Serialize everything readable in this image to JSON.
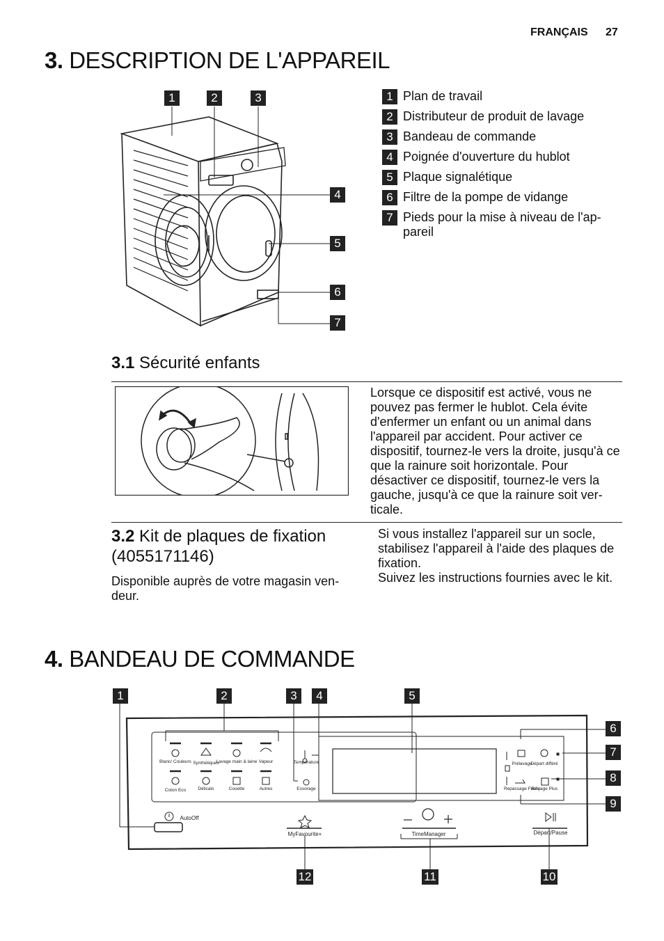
{
  "header": {
    "language": "FRANÇAIS",
    "page_number": "27"
  },
  "section3": {
    "number": "3.",
    "title": "DESCRIPTION DE L'APPAREIL",
    "diagram_callouts": [
      "1",
      "2",
      "3",
      "4",
      "5",
      "6",
      "7"
    ],
    "legend": [
      {
        "num": "1",
        "text": "Plan de travail"
      },
      {
        "num": "2",
        "text": "Distributeur de produit de lavage"
      },
      {
        "num": "3",
        "text": "Bandeau de commande"
      },
      {
        "num": "4",
        "text": "Poignée d'ouverture du hublot"
      },
      {
        "num": "5",
        "text": "Plaque signalétique"
      },
      {
        "num": "6",
        "text": "Filtre de la pompe de vidange"
      },
      {
        "num": "7",
        "text": "Pieds pour la mise à niveau de l'ap-pareil"
      }
    ]
  },
  "section31": {
    "number": "3.1",
    "title": "Sécurité enfants",
    "text": "Lorsque ce dispositif est activé, vous ne pouvez pas fermer le hublot. Cela évite d'enfermer un enfant ou un animal dans l'appareil par accident. Pour activer ce dispositif, tournez-le vers la droite, jusqu'à ce que la rainure soit horizontale. Pour désactiver ce dispositif, tournez-le vers la gauche, jusqu'à ce que la rainure soit ver-ticale."
  },
  "section32": {
    "number": "3.2",
    "title": "Kit de plaques de fixation (4055171146)",
    "left_text": "Disponible auprès de votre magasin ven-deur.",
    "right_text_1": "Si vous installez l'appareil sur un socle, stabilisez l'appareil à l'aide des plaques de fixation.",
    "right_text_2": "Suivez les instructions fournies avec le kit."
  },
  "section4": {
    "number": "4.",
    "title": "BANDEAU DE COMMANDE",
    "callouts": [
      "1",
      "2",
      "3",
      "4",
      "5",
      "6",
      "7",
      "8",
      "9",
      "10",
      "11",
      "12"
    ],
    "panel": {
      "programs_top": [
        "Blanc/ Couleurs",
        "Synthétiques",
        "Lavage main & laine",
        "Vapeur"
      ],
      "programs_bottom": [
        "Coton Eco",
        "Délicats",
        "Couette",
        "Autres"
      ],
      "temperature": "Température",
      "spin": "Essorage",
      "option_prewash": "Prélavage",
      "option_delay": "Départ différé",
      "option_easy_iron": "Repassage Facile",
      "option_rinse_plus": "Rinçage Plus",
      "power": "AutoOff",
      "favourite": "MyFavourite+",
      "time_manager": "TimeManager",
      "start_pause": "Départ/Pause"
    }
  }
}
